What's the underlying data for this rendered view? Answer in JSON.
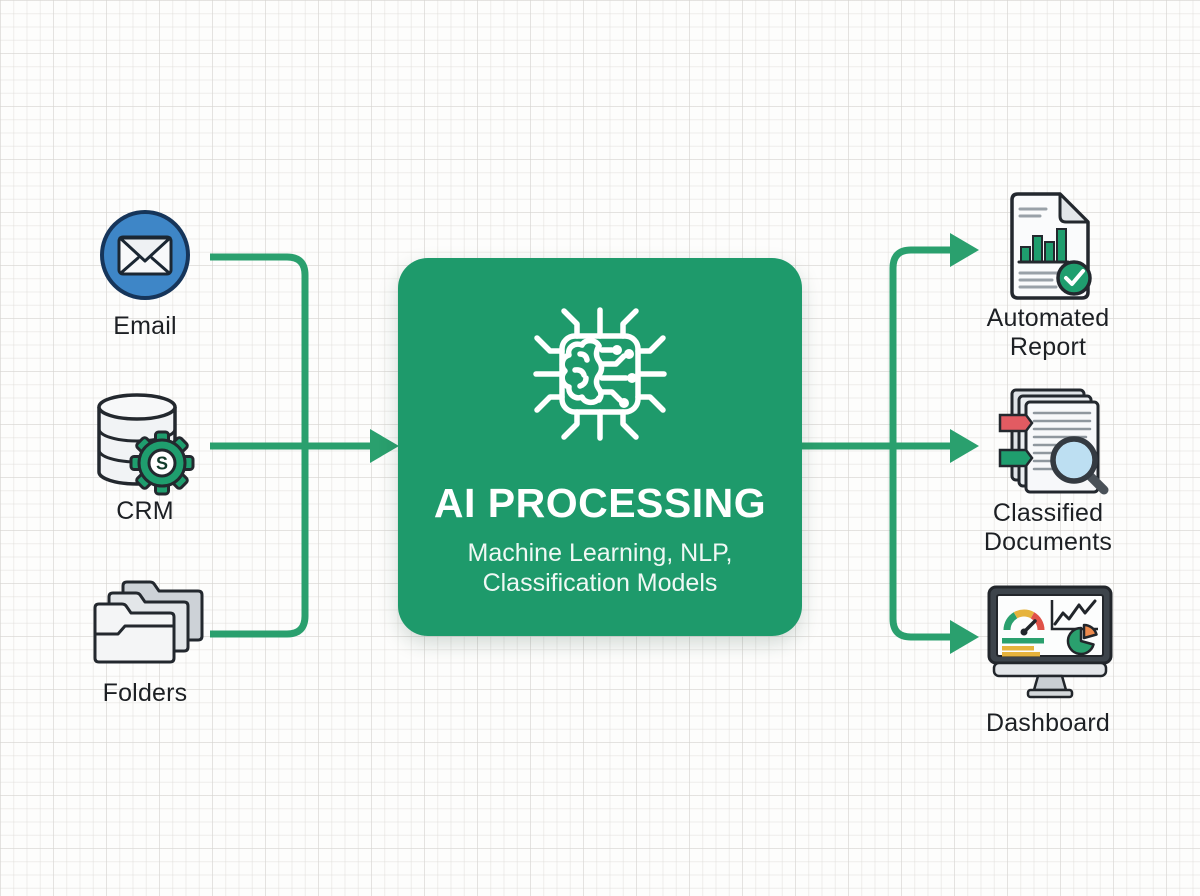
{
  "colors": {
    "box_green": "#1E9A6B",
    "line_green": "#2AA06E",
    "label_text": "#1D2024",
    "email_blue": "#3E86C7",
    "outline_dark": "#23282E",
    "red_accent": "#E25B62",
    "yellow_accent": "#E6B33C",
    "orange_accent": "#EE8A4D",
    "lens_blue": "#BDDFF2"
  },
  "inputs": [
    {
      "label": "Email",
      "icon": "email-envelope-icon"
    },
    {
      "label": "CRM",
      "icon": "crm-database-gear-icon",
      "badge_letter": "S"
    },
    {
      "label": "Folders",
      "icon": "folders-stack-icon"
    }
  ],
  "processor": {
    "title": "AI PROCESSING",
    "subtitle": "Machine Learning, NLP,\nClassification Models",
    "icon": "ai-chip-brain-icon"
  },
  "outputs": [
    {
      "label": "Automated Report",
      "icon": "report-document-icon"
    },
    {
      "label": "Classified Documents",
      "icon": "classified-documents-icon"
    },
    {
      "label": "Dashboard",
      "icon": "dashboard-monitor-icon"
    }
  ]
}
